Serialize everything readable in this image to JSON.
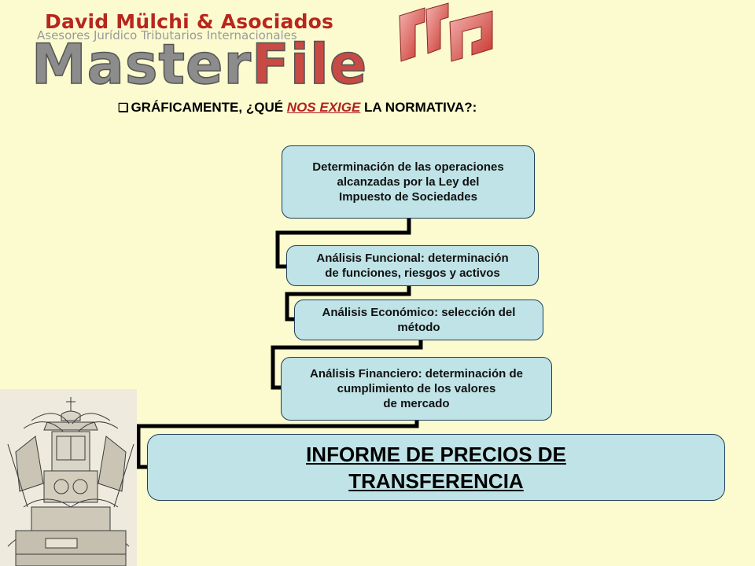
{
  "header": {
    "firm_name": "David Mülchi & Asociados",
    "firm_subtitle": "Asesores Jurídico Tributarios Internacionales",
    "product_part1": "Master",
    "product_part2": "File"
  },
  "slide": {
    "heading_bullet": "❑",
    "heading_pre": "GRÁFICAMENTE, ¿QUÉ ",
    "heading_emph": "NOS EXIGE",
    "heading_post": " LA NORMATIVA?:"
  },
  "diagram": {
    "steps": [
      "Determinación de las operaciones\nalcanzadas por la Ley del\nImpuesto de Sociedades",
      "Análisis Funcional: determinación\nde funciones, riesgos y activos",
      "Análisis Económico: selección del\nmétodo",
      "Análisis Financiero: determinación de\ncumplimiento de los valores\nde mercado"
    ],
    "final": "INFORME DE PRECIOS DE\nTRANSFERENCIA"
  },
  "colors": {
    "box_fill": "#bfe3e6",
    "background": "#fbfbcf",
    "accent": "#b22222"
  },
  "images": {
    "logo_mark": "rf-logo-mark",
    "engraving": "engraved-monument-illustration"
  }
}
